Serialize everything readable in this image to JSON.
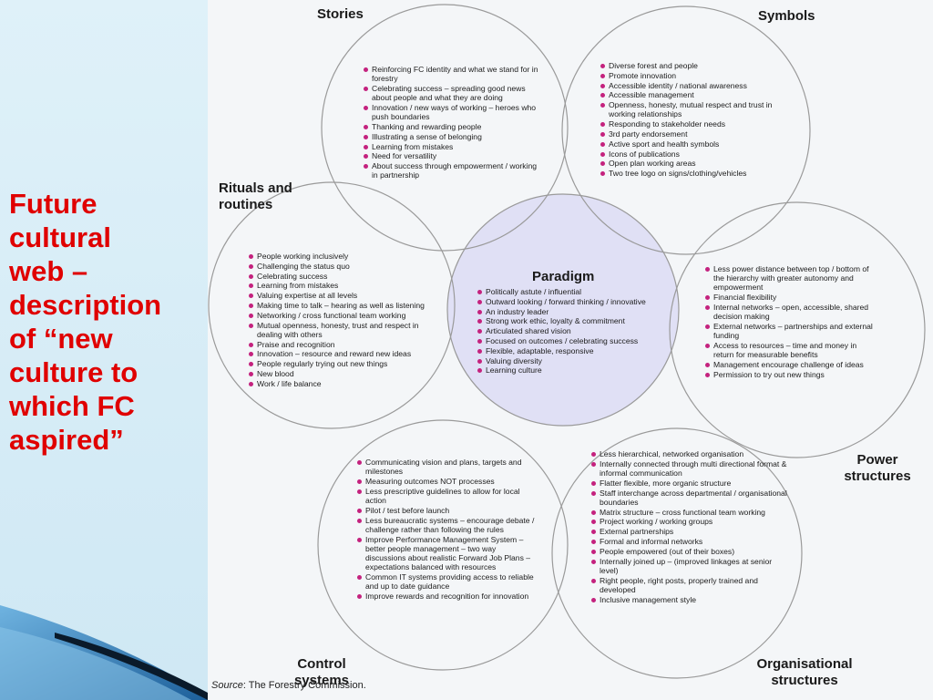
{
  "slide": {
    "title": "Future\ncultural\nweb –\ndescription\nof “new\nculture to\nwhich FC\naspired”",
    "title_color": "#e00000",
    "background": "#d9eef7"
  },
  "web": {
    "stories": {
      "label": "Stories",
      "items": [
        "Reinforcing FC identity and what we stand for in forestry",
        "Celebrating success – spreading good news about people and what they are doing",
        "Innovation / new ways of working – heroes who push boundaries",
        "Thanking and rewarding people",
        "Illustrating a sense of belonging",
        "Learning from mistakes",
        "Need for versatility",
        "About success through empowerment / working in partnership"
      ]
    },
    "symbols": {
      "label": "Symbols",
      "items": [
        "Diverse forest and people",
        "Promote innovation",
        "Accessible identity / national awareness",
        "Accessible management",
        "Openness, honesty, mutual respect and trust in working relationships",
        "Responding to stakeholder needs",
        "3rd party endorsement",
        "Active sport and health symbols",
        "Icons of publications",
        "Open plan working areas",
        "Two tree logo on signs/clothing/vehicles"
      ]
    },
    "rituals": {
      "label": "Rituals and\nroutines",
      "items": [
        "People working inclusively",
        "Challenging the status quo",
        "Celebrating success",
        "Learning from mistakes",
        "Valuing expertise at all levels",
        "Making time to talk – hearing as well as listening",
        "Networking / cross functional team working",
        "Mutual openness, honesty, trust and  respect in dealing with others",
        "Praise and recognition",
        "Innovation – resource and reward new ideas",
        "People regularly trying out new things",
        "New blood",
        "Work / life balance"
      ]
    },
    "paradigm": {
      "label": "Paradigm",
      "items": [
        "Politically astute / influential",
        "Outward looking / forward thinking / innovative",
        "An industry leader",
        "Strong work ethic, loyalty & commitment",
        "Articulated shared vision",
        "Focused on outcomes / celebrating success",
        "Flexible, adaptable, responsive",
        "Valuing diversity",
        "Learning culture"
      ]
    },
    "power": {
      "label": "Power\nstructures",
      "items": [
        "Less power distance between top / bottom of the hierarchy with greater autonomy and empowerment",
        "Financial flexibility",
        "Internal networks – open, accessible, shared decision making",
        "External networks – partnerships and external funding",
        "Access to resources – time and money in return for measurable benefits",
        "Management encourage challenge of ideas",
        "Permission to try out new things"
      ]
    },
    "control": {
      "label": "Control\nsystems",
      "items": [
        "Communicating vision and plans,  targets and milestones",
        "Measuring outcomes NOT processes",
        "Less prescriptive guidelines to allow for local action",
        "Pilot / test before launch",
        "Less bureaucratic systems – encourage debate / challenge rather than following the rules",
        "Improve Performance Management System – better people management – two way discussions about realistic Forward Job Plans – expectations balanced with resources",
        "Common IT systems providing access to reliable and up to date guidance",
        "Improve rewards and recognition for innovation"
      ]
    },
    "organisational": {
      "label": "Organisational\nstructures",
      "items": [
        "Less hierarchical, networked organisation",
        "Internally connected through multi directional format & informal communication",
        "Flatter flexible, more organic structure",
        "Staff interchange across departmental / organisational boundaries",
        "Matrix structure – cross functional team working",
        "Project working / working groups",
        "External partnerships",
        "Formal and informal networks",
        "People empowered (out of their boxes)",
        "Internally joined up – (improved linkages at senior level)",
        "Right people, right posts, properly trained and developed",
        "Inclusive management style"
      ]
    }
  },
  "source": {
    "prefix": "Source",
    "text": ": The Forestry Commission."
  },
  "colors": {
    "bullet": "#c4227e",
    "ring_stroke": "#9a9a9a",
    "paradigm_fill": "#dcdcf4"
  }
}
